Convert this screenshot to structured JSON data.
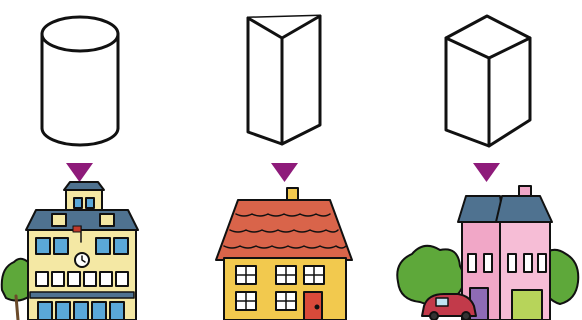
{
  "panels": [
    {
      "shape": "cylinder",
      "building": "school"
    },
    {
      "shape": "triangular-prism",
      "building": "yellow-house"
    },
    {
      "shape": "rectangular-prism",
      "building": "pink-house"
    }
  ],
  "colors": {
    "outline": "#111111",
    "arrow": "#8e1b7a",
    "roof_blue": "#4f7290",
    "roof_red": "#d9644a",
    "wall_yellow": "#f4e8a4",
    "wall_gold": "#f2c94e",
    "wall_pink": "#f1a7c7",
    "tree": "#5ea83a",
    "window_blue": "#5aa8d8"
  }
}
